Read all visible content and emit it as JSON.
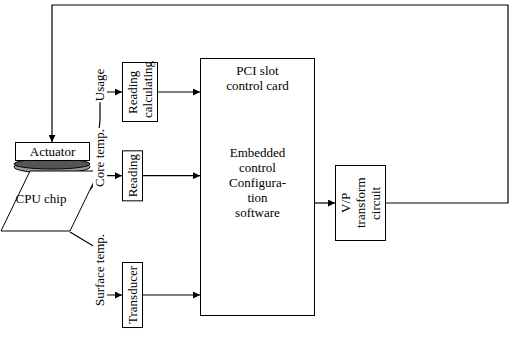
{
  "diagram": {
    "nodes": [
      {
        "text": [
          "Actuator"
        ]
      },
      {
        "text": [
          "CPU chip"
        ]
      },
      {
        "text": [
          "Reading calculating"
        ]
      },
      {
        "text": [
          "Reading"
        ]
      },
      {
        "text": [
          "Transducer"
        ]
      },
      {
        "text": [
          "PCI slot control card",
          "Embedded control Configura-tion software"
        ]
      },
      {
        "text": [
          "V/P transform circuit"
        ]
      }
    ],
    "edges": [
      {
        "from": 1,
        "to": 2,
        "label": "Usage",
        "arrow": "to"
      },
      {
        "from": 1,
        "to": 3,
        "label": "Core temp.",
        "arrow": "to"
      },
      {
        "from": 1,
        "to": 4,
        "label": "Surface temp.",
        "arrow": "to"
      },
      {
        "from": 2,
        "to": 5,
        "arrow": "to"
      },
      {
        "from": 3,
        "to": 5,
        "arrow": "to"
      },
      {
        "from": 4,
        "to": 5,
        "arrow": "to"
      },
      {
        "from": 5,
        "to": 6,
        "arrow": "to"
      },
      {
        "from": 6,
        "to": 0,
        "arrow": "to"
      }
    ]
  }
}
